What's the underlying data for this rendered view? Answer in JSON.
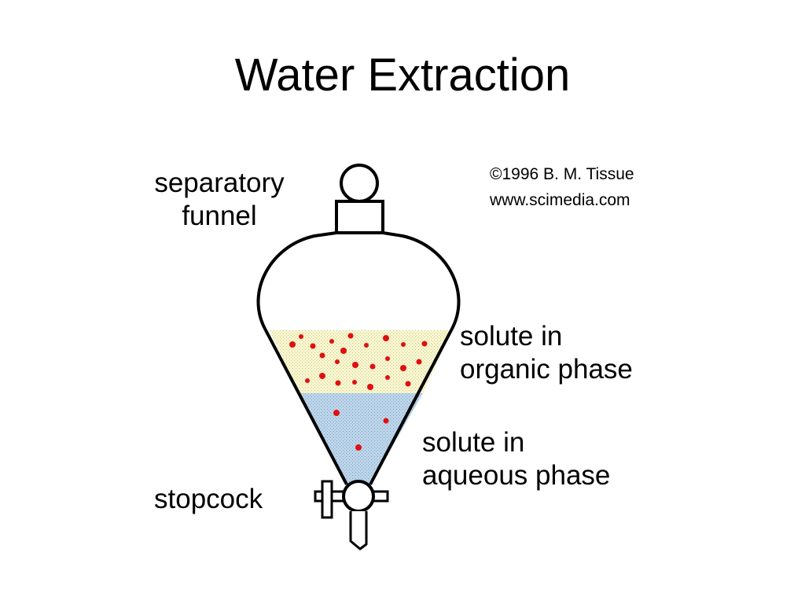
{
  "slide": {
    "title": "Water Extraction"
  },
  "labels": {
    "funnel_line1": "separatory",
    "funnel_line2": "funnel",
    "organic_line1": "solute in",
    "organic_line2": "organic phase",
    "aqueous_line1": "solute in",
    "aqueous_line2": "aqueous phase",
    "stopcock": "stopcock"
  },
  "credit": {
    "line1": "©1996 B. M. Tissue",
    "line2": "www.scimedia.com"
  },
  "colors": {
    "organic_phase": "#f5f3c4",
    "aqueous_phase": "#b9d3e8",
    "solute_dot": "#e01010",
    "outline": "#000000"
  }
}
